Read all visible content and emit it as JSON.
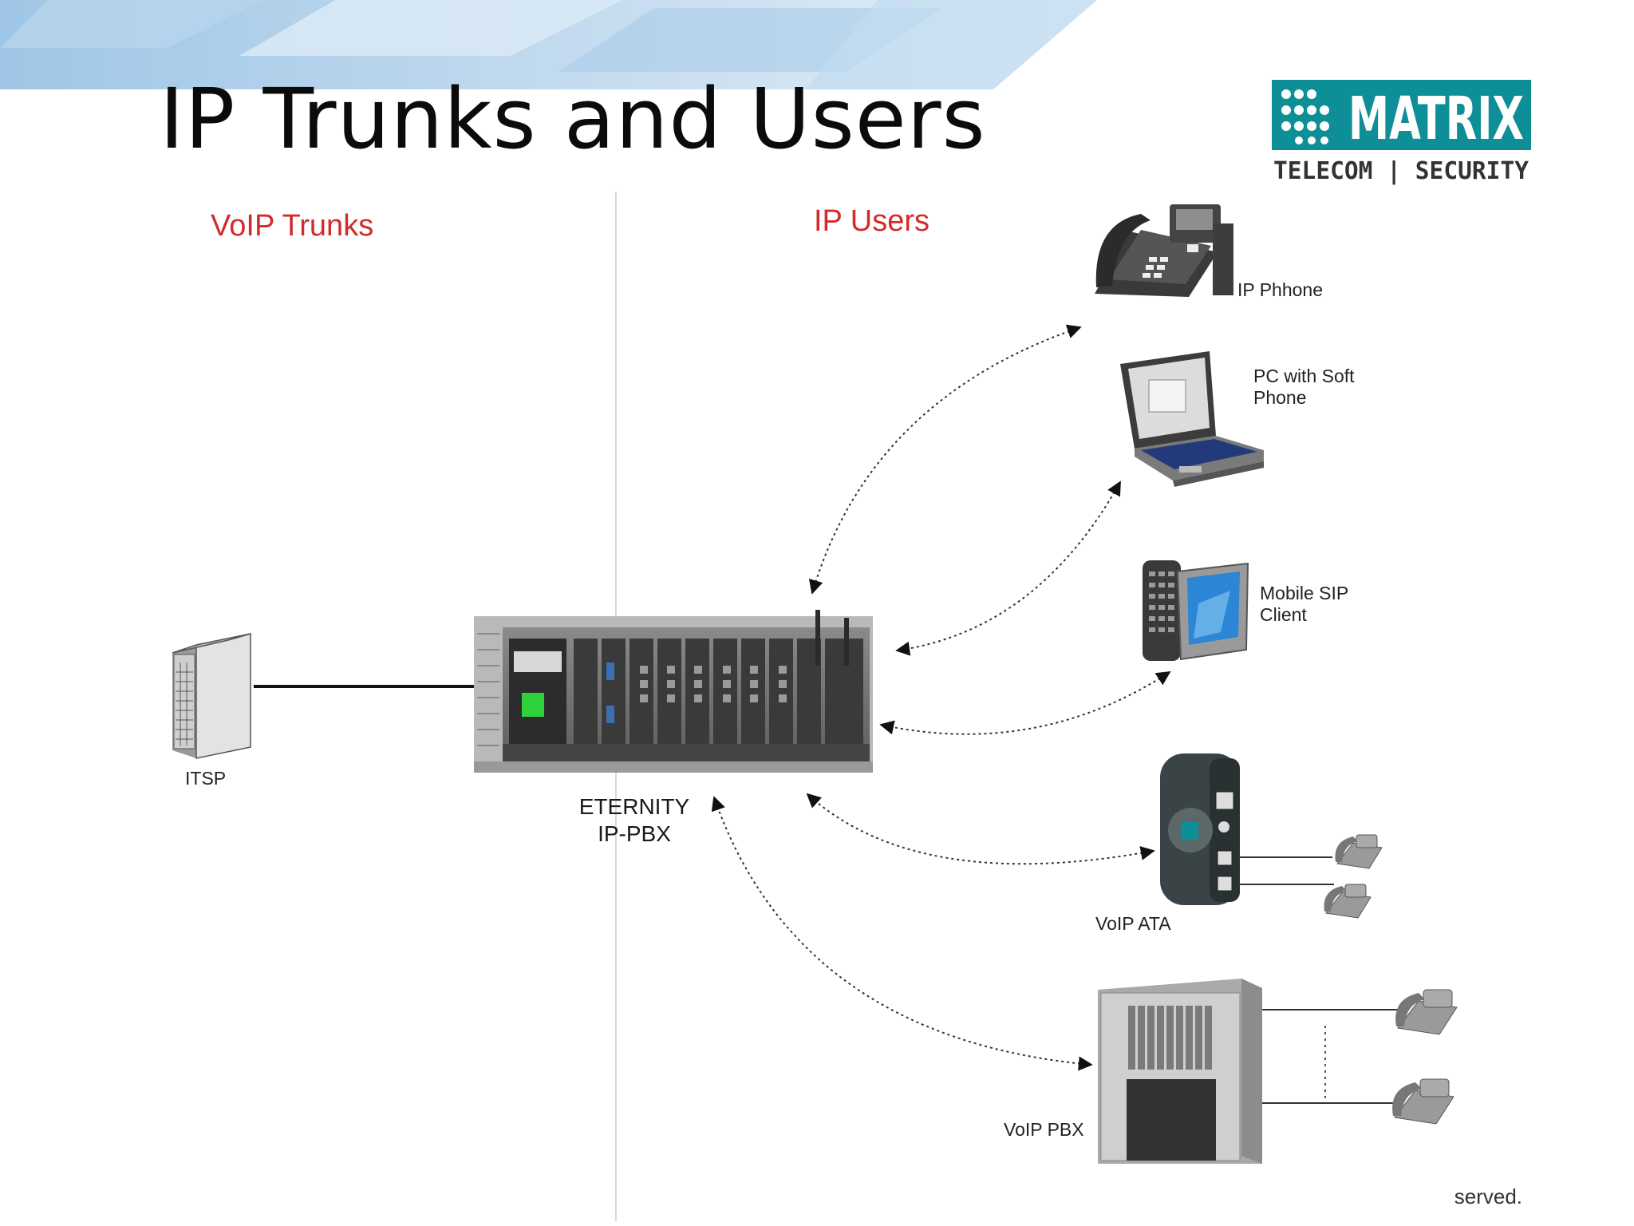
{
  "slide": {
    "title": "IP Trunks and Users",
    "footer": "served."
  },
  "logo": {
    "brand": "MATRIX",
    "tagline": "TELECOM | SECURITY",
    "color": "#0e8e96"
  },
  "sections": {
    "left": "VoIP Trunks",
    "right": "IP Users",
    "color": "#d42a2a"
  },
  "nodes": {
    "itsp": "ITSP",
    "pbx_line1": "ETERNITY",
    "pbx_line2": "IP-PBX",
    "ip_phone": "IP Phhone",
    "pc_line1": "PC with Soft",
    "pc_line2": "Phone",
    "mobile_line1": "Mobile SIP",
    "mobile_line2": "Client",
    "voip_ata": "VoIP ATA",
    "voip_pbx": "VoIP PBX"
  }
}
